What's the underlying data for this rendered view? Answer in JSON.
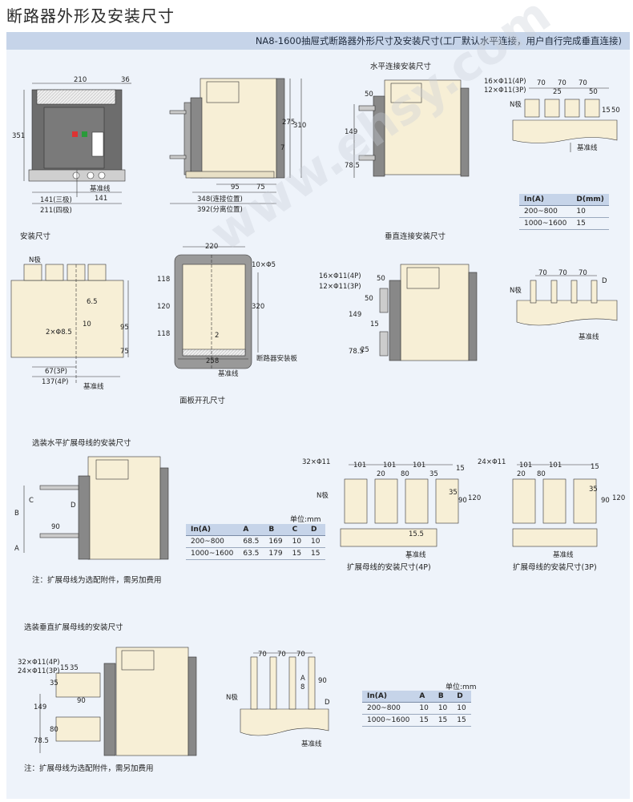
{
  "title": "断路器外形及安装尺寸",
  "banner": "NA8-1600抽屉式断路器外形尺寸及安装尺寸(工厂默认水平连接，用户自行完成垂直连接)",
  "watermark": "www.ehsy.com",
  "sections": {
    "horizontal_connection": "水平连接安装尺寸",
    "mounting": "安装尺寸",
    "vertical_connection": "垂直连接安装尺寸",
    "panel_cutout": "面板开孔尺寸",
    "optional_horizontal_busbar": "选装水平扩展母线的安装尺寸",
    "optional_vertical_busbar": "选装垂直扩展母线的安装尺寸",
    "busbar_4p": "扩展母线的安装尺寸(4P)",
    "busbar_3p": "扩展母线的安装尺寸(3P)"
  },
  "labels": {
    "n_pole": "N极",
    "reference_line": "基准线",
    "breaker_mounting_plate": "断路器安装板",
    "connected_position": "348(连接位置)",
    "separated_position": "392(分离位置)",
    "three_pole_141": "141(三极)",
    "four_pole_211": "211(四极)",
    "holes_16_4p": "16×Φ11(4P)",
    "holes_12_3p": "12×Φ11(3P)",
    "holes_32": "32×Φ11",
    "holes_24": "24×Φ11",
    "holes_32_4p": "32×Φ11(4P)",
    "holes_24_3p": "24×Φ11(3P)",
    "cut_10x5": "10×Φ5",
    "mount_2x85": "2×Φ8.5",
    "dim_67_3p": "67(3P)",
    "dim_137_4p": "137(4P)"
  },
  "dims": {
    "front": [
      "210",
      "36",
      "351",
      "141",
      "141"
    ],
    "side": [
      "275",
      "310",
      "7",
      "95",
      "75"
    ],
    "horiz_side": [
      "50",
      "149",
      "78.5"
    ],
    "horiz_terminal": [
      "70",
      "70",
      "70",
      "25",
      "50",
      "15",
      "50"
    ],
    "mount_front": [
      "6.5",
      "10",
      "95",
      "75"
    ],
    "panel": [
      "220",
      "118",
      "120",
      "118",
      "320",
      "2",
      "258"
    ],
    "vert_side": [
      "50",
      "50",
      "149",
      "15",
      "25",
      "78.5"
    ],
    "vert_terminal": [
      "70",
      "70",
      "70",
      "D"
    ],
    "opt_h_side": [
      "B",
      "C",
      "D",
      "90",
      "A"
    ],
    "busbar_4p": [
      "101",
      "101",
      "101",
      "20",
      "80",
      "35",
      "15",
      "35",
      "90",
      "120",
      "15.5"
    ],
    "busbar_3p": [
      "101",
      "101",
      "20",
      "80",
      "15",
      "35",
      "90",
      "120"
    ],
    "opt_v_side": [
      "15",
      "35",
      "35",
      "90",
      "149",
      "80",
      "78.5"
    ],
    "opt_v_terminal": [
      "70",
      "70",
      "70",
      "A",
      "8",
      "90",
      "D"
    ]
  },
  "table_current": {
    "headers": [
      "In(A)",
      "D(mm)"
    ],
    "rows": [
      [
        "200~800",
        "10"
      ],
      [
        "1000~1600",
        "15"
      ]
    ]
  },
  "table_horizontal_busbar": {
    "unit": "单位:mm",
    "headers": [
      "In(A)",
      "A",
      "B",
      "C",
      "D"
    ],
    "rows": [
      [
        "200~800",
        "68.5",
        "169",
        "10",
        "10"
      ],
      [
        "1000~1600",
        "63.5",
        "179",
        "15",
        "15"
      ]
    ]
  },
  "table_vertical_busbar": {
    "unit": "单位:mm",
    "headers": [
      "In(A)",
      "A",
      "B",
      "D"
    ],
    "rows": [
      [
        "200~800",
        "10",
        "10",
        "10"
      ],
      [
        "1000~1600",
        "15",
        "15",
        "15"
      ]
    ]
  },
  "notes": {
    "horizontal": "注：扩展母线为选配附件，需另加费用",
    "vertical": "注：扩展母线为选配附件，需另加费用"
  }
}
